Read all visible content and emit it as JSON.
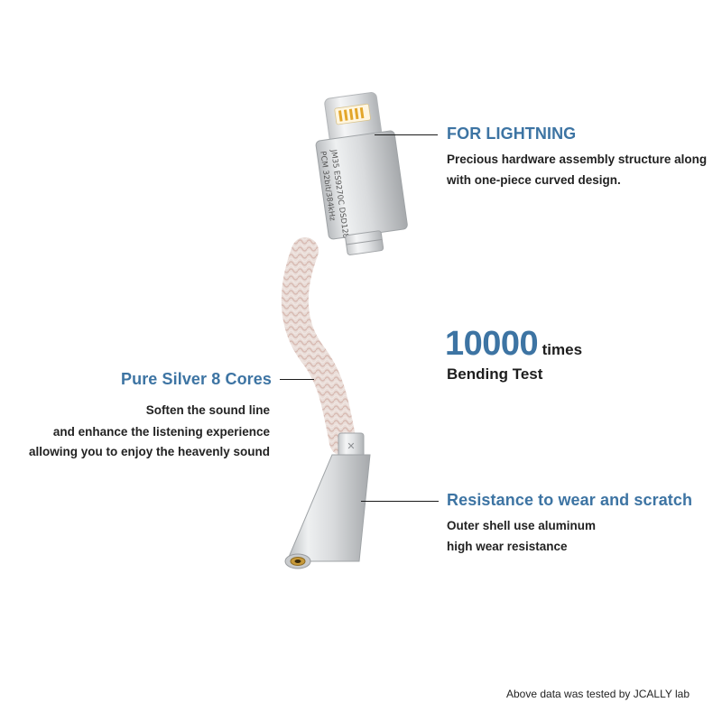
{
  "connector_top": {
    "heading": "FOR LIGHTNING",
    "lines": [
      "Precious hardware assembly structure along",
      "with one-piece curved design."
    ]
  },
  "housing_print": {
    "line1": "JM35 ES9270C DSD128",
    "line2": "PCM 32bit/384kHz"
  },
  "bending": {
    "number": "10000",
    "unit": "times",
    "label": "Bending Test"
  },
  "cable": {
    "heading": "Pure Silver 8 Cores",
    "lines": [
      "Soften the sound line",
      "and enhance the listening experience",
      "allowing you to enjoy the heavenly sound"
    ]
  },
  "shell": {
    "heading": "Resistance to wear and scratch",
    "lines": [
      "Outer shell use aluminum",
      "high wear resistance"
    ]
  },
  "footnote": "Above data was tested by JCALLY lab",
  "colors": {
    "accent": "#3d74a3",
    "text": "#1e1e1e",
    "background": "#ffffff"
  }
}
